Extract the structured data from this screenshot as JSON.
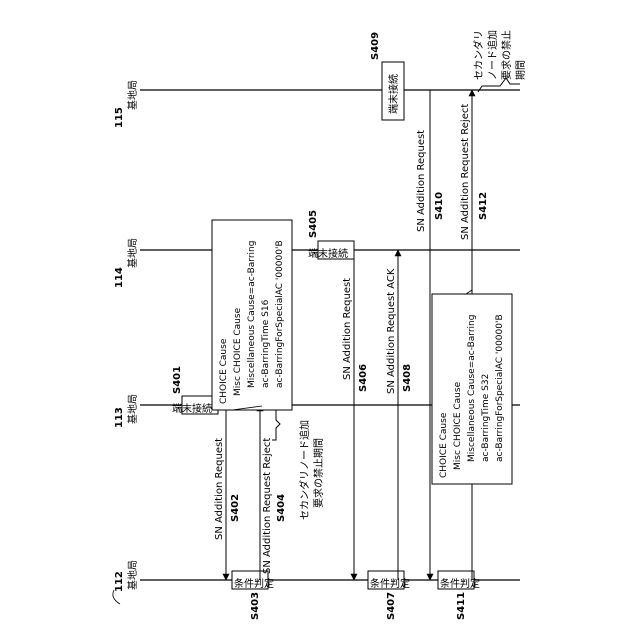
{
  "nodes": {
    "n112": {
      "id": "112",
      "label": "基地局"
    },
    "n113": {
      "id": "113",
      "label": "基地局"
    },
    "n114": {
      "id": "114",
      "label": "基地局"
    },
    "n115": {
      "id": "115",
      "label": "基地局"
    }
  },
  "steps": {
    "s401": {
      "id": "S401",
      "box": "端末接続"
    },
    "s402": {
      "id": "S402",
      "text": "SN Addition Request"
    },
    "s403": {
      "id": "S403",
      "box": "条件判定"
    },
    "s404": {
      "id": "S404",
      "text": "SN Addition Request Reject"
    },
    "s405": {
      "id": "S405",
      "box": "端末接続"
    },
    "s406": {
      "id": "S406",
      "text": "SN Addition Request"
    },
    "s407": {
      "id": "S407",
      "box": "条件判定"
    },
    "s408": {
      "id": "S408",
      "text": "SN Addition Request ACK"
    },
    "s409": {
      "id": "S409",
      "box": "端末接続"
    },
    "s410": {
      "id": "S410",
      "text": "SN Addition Request"
    },
    "s411": {
      "id": "S411",
      "box": "条件判定"
    },
    "s412": {
      "id": "S412",
      "text": "SN Addition Request Reject"
    }
  },
  "periods": {
    "p1": {
      "line1": "セカンダリノード追加",
      "line2": "要求の禁止期間"
    },
    "p2": {
      "line1": "セカンダリ",
      "line2": "ノード追加",
      "line3": "要求の禁止",
      "line4": "期間"
    }
  },
  "info_boxes": {
    "b1": {
      "line1": "CHOICE Cause",
      "line2": "Misc CHOICE Cause",
      "line3": "Miscellaneous Cause=ac-Barring",
      "line4": "ac-BarringTime S16",
      "line5": "ac-BarringForSpecialAC '00000'B"
    },
    "b2": {
      "line1": "CHOICE Cause",
      "line2": "Misc CHOICE Cause",
      "line3": "Miscellaneous Cause=ac-Barring",
      "line4": "ac-BarringTime S32",
      "line5": "ac-BarringForSpecialAC '00000'B"
    }
  },
  "colors": {
    "line": "#000000",
    "background": "#ffffff"
  }
}
